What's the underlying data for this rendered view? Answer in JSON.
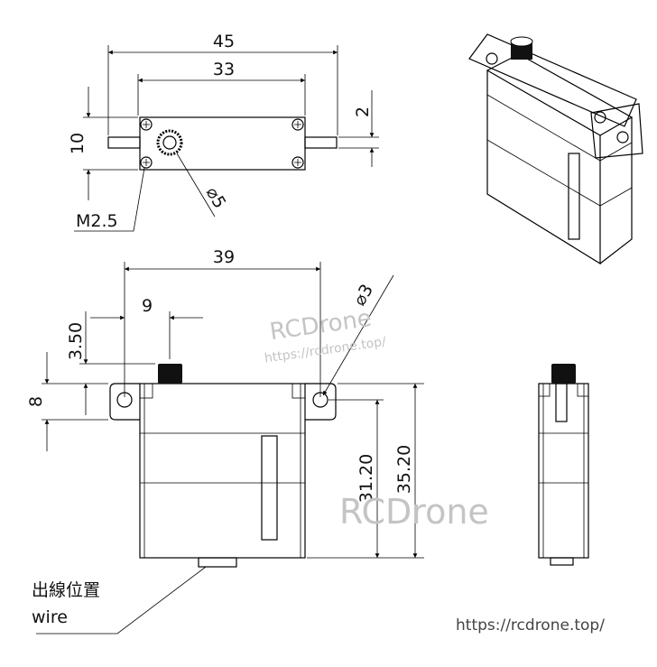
{
  "dimensions": {
    "top_view": {
      "overall_length": "45",
      "body_length": "33",
      "height": "10",
      "tab_thickness": "2",
      "screw": "M2.5",
      "spline_diameter": "⌀5"
    },
    "front_view": {
      "hole_spacing": "39",
      "spline_offset": "9",
      "spline_height": "3.50",
      "tab_height": "8",
      "body_height": "31.20",
      "overall_height": "35.20",
      "hole_diameter": "⌀3"
    }
  },
  "labels": {
    "wire_cn": "出線位置",
    "wire_en": "wire"
  },
  "watermarks": {
    "brand": "RCDrone",
    "url_small": "https://rcdrone.top/",
    "brand_large": "RCDrone",
    "url_footer": "https://rcdrone.top/"
  }
}
